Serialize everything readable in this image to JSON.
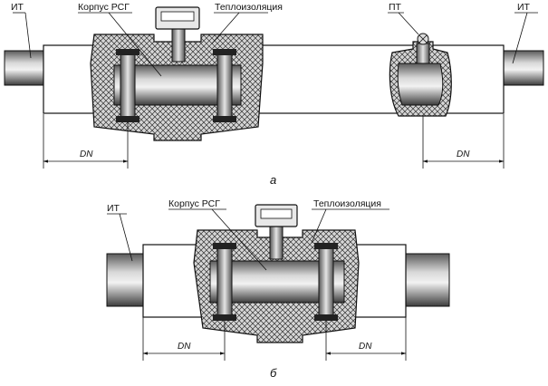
{
  "figure": {
    "a": {
      "pipe_label_left": "ИТ",
      "pipe_label_right": "ИТ",
      "body_label": "Корпус РСГ",
      "insulation_label": "Теплоизоляция",
      "transducer_label": "ПТ",
      "dim_left": "DN",
      "dim_right": "DN",
      "caption": "а"
    },
    "b": {
      "pipe_label": "ИТ",
      "body_label": "Корпус РСГ",
      "insulation_label": "Теплоизоляция",
      "dim_left": "DN",
      "dim_right": "DN",
      "caption": "б"
    }
  }
}
